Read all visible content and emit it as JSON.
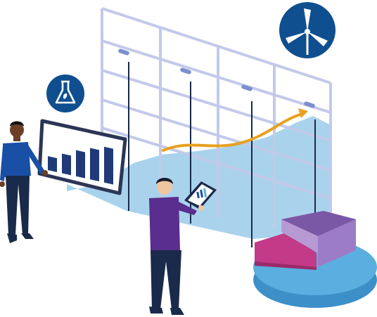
{
  "colors": {
    "grid_line": "#c3c9ea",
    "area_fill": "#a9d3ec",
    "trend_arrow": "#e8a01e",
    "navy": "#0f4f8f",
    "bar_dark": "#203a78",
    "pie_blue": "#5aaee0",
    "pie_purple": "#7b58a6",
    "pie_magenta": "#c23a88",
    "shirt_blue": "#1a4fa6",
    "shirt_purple": "#5a2e8e",
    "pants_dark": "#1a2a4a"
  },
  "icons": [
    "flask-icon",
    "wind-turbine-icon",
    "bar-chart-icon",
    "pie-chart-icon"
  ],
  "bars": [
    0.32,
    0.45,
    0.6,
    0.72,
    0.82
  ]
}
